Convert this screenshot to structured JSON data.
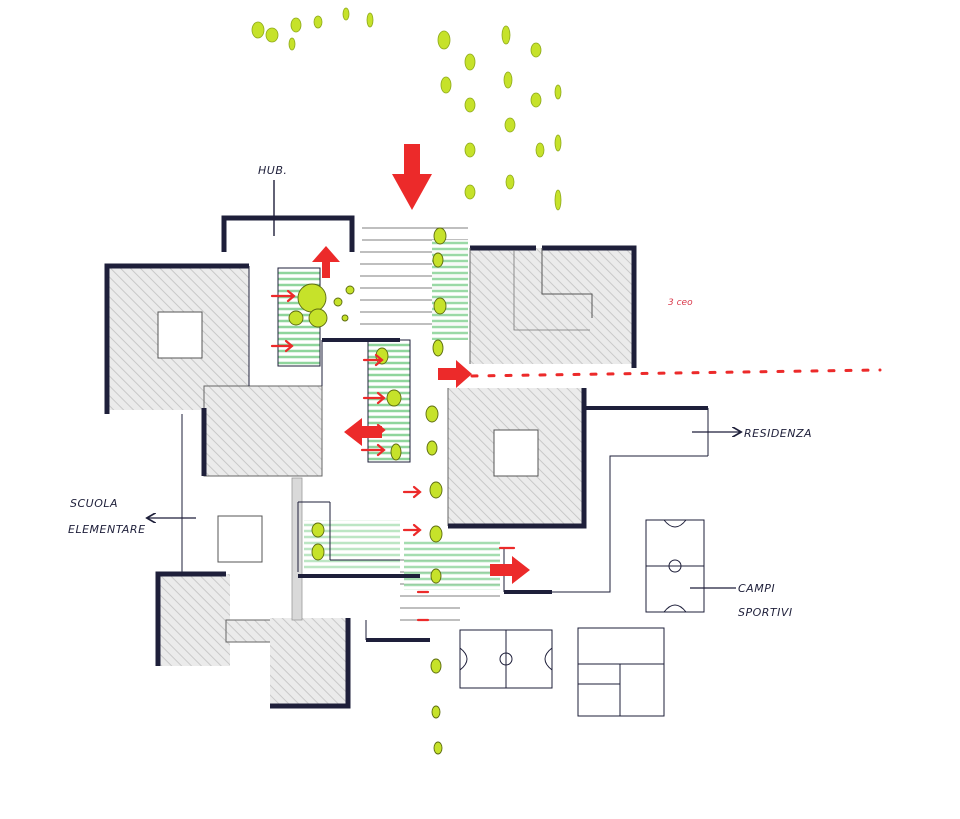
{
  "sketch": {
    "labels": {
      "hub": "HUB.",
      "scuola": "SCUOLA",
      "scuola_line2": "ELEMENTARE",
      "residenza": "RESIDENZA",
      "campi": "CAMPI",
      "campi_line2": "SPORTIVI",
      "note": "3 ceo"
    },
    "colors": {
      "ink": "#1e1f3a",
      "hatch": "#9c9c9c",
      "fill": "#e9eaea",
      "green_tree": "#c6e22a",
      "green_strip": "#9fd9a8",
      "red_arrow": "#ec2a2a"
    }
  }
}
